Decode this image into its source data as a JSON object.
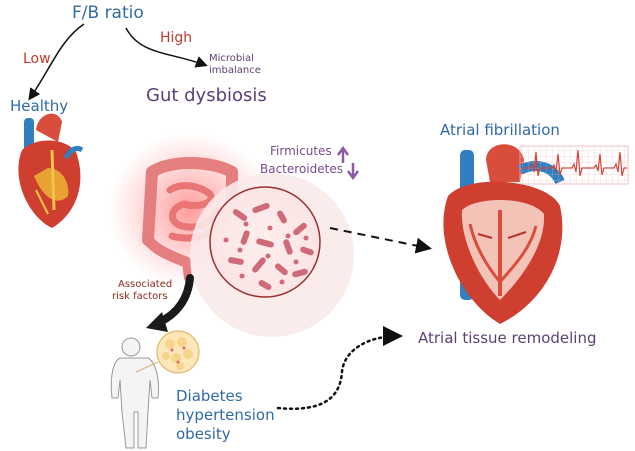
{
  "labels": {
    "fb_ratio": "F/B ratio",
    "low": "Low",
    "high": "High",
    "healthy": "Healthy",
    "microbial_1": "Microbial",
    "microbial_2": "imbalance",
    "gut_dysbiosis": "Gut dysbiosis",
    "firmicutes": "Firmicutes",
    "bacteroidetes": "Bacteroidetes",
    "atrial_fibrillation": "Atrial fibrillation",
    "associated_1": "Associated",
    "associated_2": "risk factors",
    "atrial_remodeling": "Atrial tissue remodeling",
    "risk_1": "Diabetes",
    "risk_2": "hypertension",
    "risk_3": "obesity"
  },
  "colors": {
    "blue_text": "#2f6aa8",
    "red_text": "#c0392b",
    "purple_text": "#5b3f7a",
    "violet_text": "#7a4a8e",
    "intestine": "#e57e7e",
    "heart_red": "#d94d3c",
    "vessel_blue": "#2f7fc1",
    "bacteria": "#cf6b78"
  }
}
